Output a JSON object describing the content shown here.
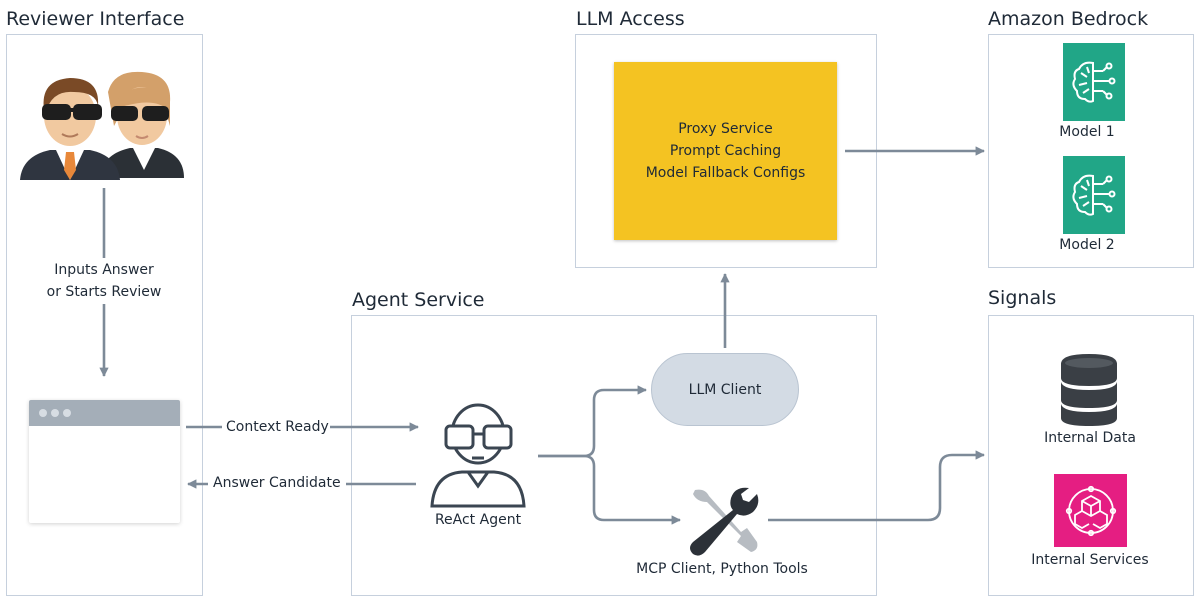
{
  "sections": {
    "reviewer": "Reviewer Interface",
    "llm_access": "LLM Access",
    "bedrock": "Amazon Bedrock",
    "agent_service": "Agent Service",
    "signals": "Signals"
  },
  "reviewer": {
    "flow_label_line1": "Inputs Answer",
    "flow_label_line2": "or Starts Review"
  },
  "llm_access": {
    "proxy_lines": [
      "Proxy Service",
      "Prompt Caching",
      "Model Fallback Configs"
    ]
  },
  "bedrock": {
    "models": [
      "Model 1",
      "Model 2"
    ]
  },
  "agent": {
    "context_ready": "Context Ready",
    "answer_candidate": "Answer Candidate",
    "react_agent": "ReAct Agent",
    "llm_client": "LLM Client",
    "tools": "MCP Client, Python Tools"
  },
  "signals": {
    "internal_data": "Internal Data",
    "internal_services": "Internal Services"
  },
  "colors": {
    "proxy": "#f4c322",
    "model_icon": "#21a687",
    "service_icon": "#e51e82",
    "arrow": "#7d8a98",
    "panel_border": "#c6d0dd"
  },
  "icons": {
    "reviewers": "reviewers-icon",
    "browser": "browser-window-icon",
    "agent": "agent-icon",
    "tools": "tools-icon",
    "model": "brain-circuit-icon",
    "database": "database-icon",
    "services": "cubes-icon"
  }
}
